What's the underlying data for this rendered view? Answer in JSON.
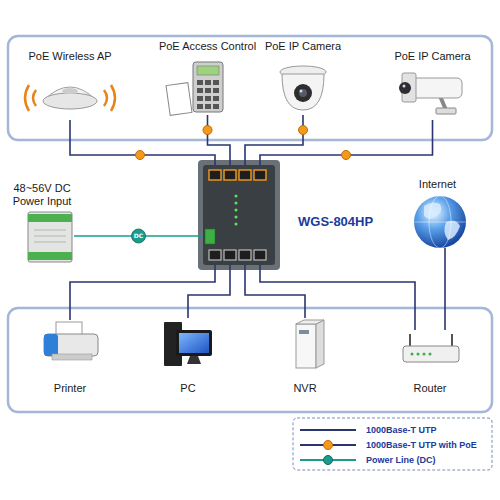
{
  "diagram": {
    "nodes": [
      {
        "text": [
          "PoE Wireless AP"
        ]
      },
      {
        "text": [
          "PoE Access Control"
        ]
      },
      {
        "text": [
          "PoE IP Camera"
        ]
      },
      {
        "text": [
          "PoE IP Camera"
        ]
      },
      {
        "text": [
          "48~56V DC Power Input"
        ]
      },
      {
        "text": [
          "WGS-804HP"
        ]
      },
      {
        "text": [
          "Internet"
        ]
      },
      {
        "text": [
          "Printer"
        ]
      },
      {
        "text": [
          "PC"
        ]
      },
      {
        "text": [
          "NVR"
        ]
      },
      {
        "text": [
          "Router"
        ]
      }
    ],
    "edges": [
      {
        "from": 5,
        "to": 0,
        "arrow": "none"
      },
      {
        "from": 5,
        "to": 1,
        "arrow": "none"
      },
      {
        "from": 5,
        "to": 2,
        "arrow": "none"
      },
      {
        "from": 5,
        "to": 3,
        "arrow": "none"
      },
      {
        "from": 4,
        "to": 5,
        "label": "DC",
        "arrow": "none"
      },
      {
        "from": 5,
        "to": 7,
        "arrow": "none"
      },
      {
        "from": 5,
        "to": 8,
        "arrow": "none"
      },
      {
        "from": 5,
        "to": 9,
        "arrow": "none"
      },
      {
        "from": 5,
        "to": 10,
        "arrow": "none"
      },
      {
        "from": 10,
        "to": 6,
        "arrow": "none"
      }
    ],
    "legend": [
      {
        "text": "1000Base-T UTP"
      },
      {
        "text": "1000Base-T UTP with PoE"
      },
      {
        "text": "Power Line (DC)"
      }
    ]
  }
}
